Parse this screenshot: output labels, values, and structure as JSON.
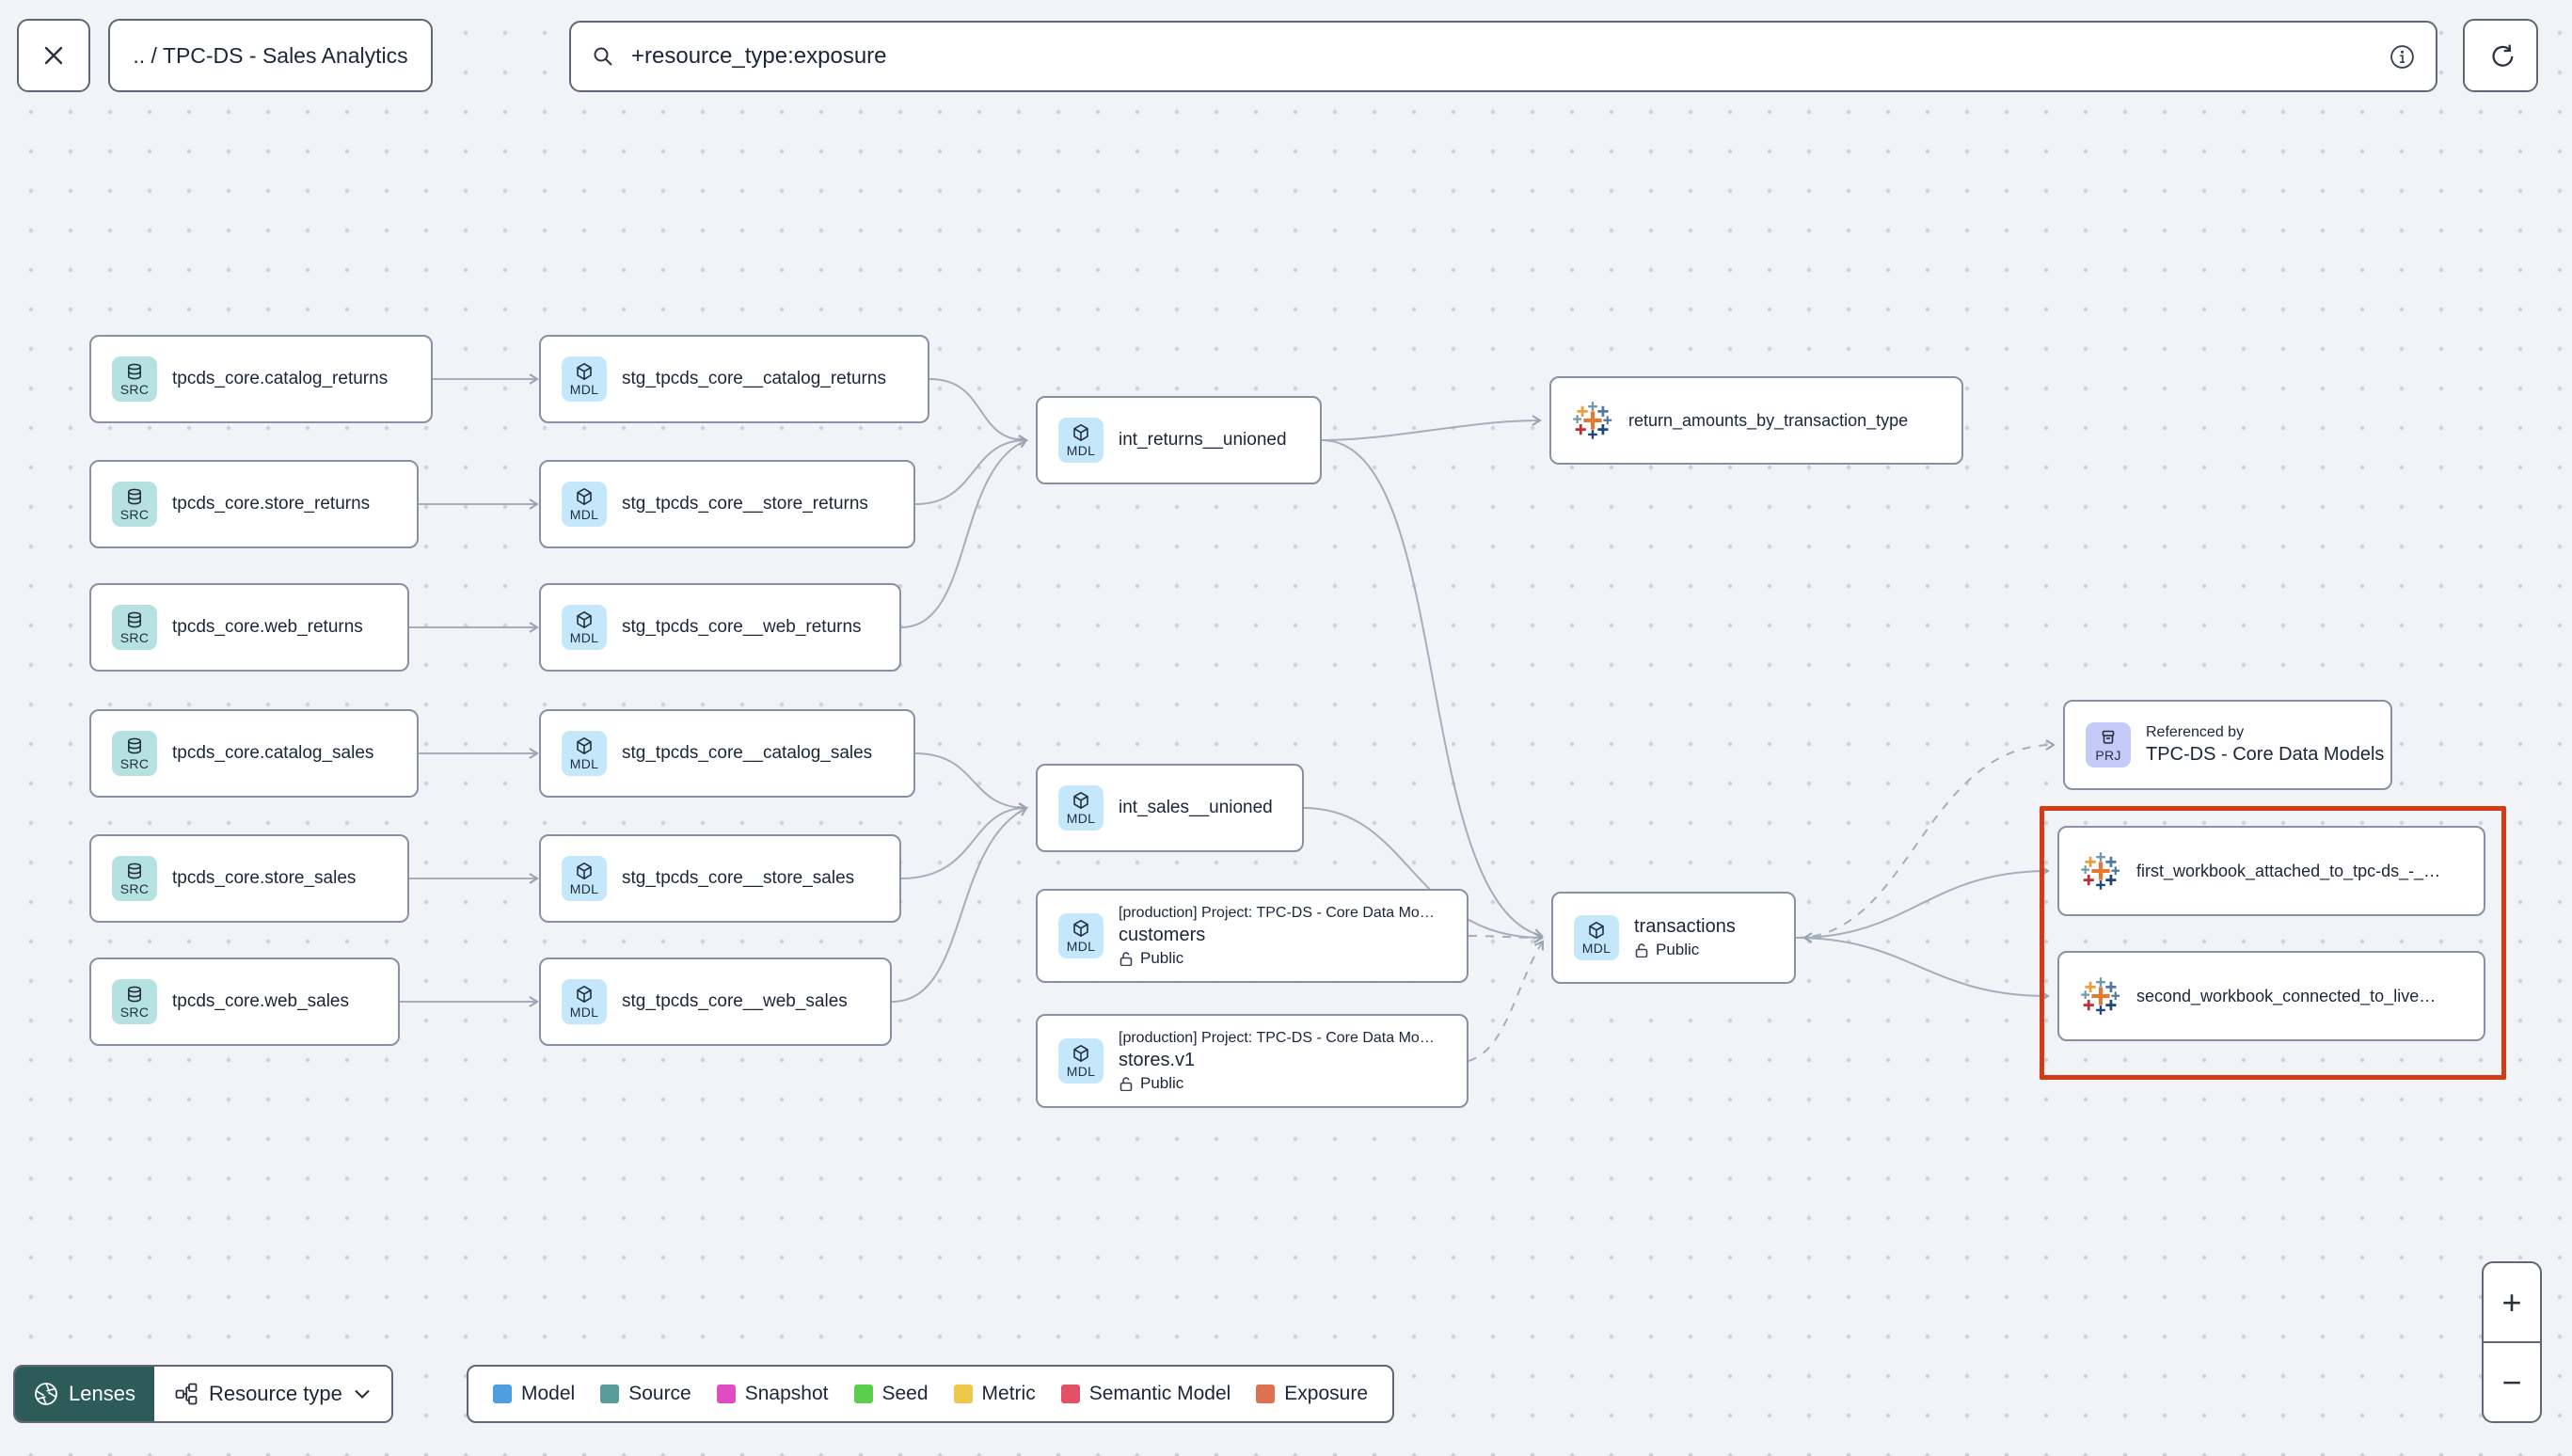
{
  "toolbar": {
    "breadcrumb": ".. / TPC-DS - Sales Analytics",
    "search_value": "+resource_type:exposure"
  },
  "nodes": [
    {
      "badge": "SRC",
      "label": "tpcds_core.catalog_returns"
    },
    {
      "badge": "SRC",
      "label": "tpcds_core.store_returns"
    },
    {
      "badge": "SRC",
      "label": "tpcds_core.web_returns"
    },
    {
      "badge": "SRC",
      "label": "tpcds_core.catalog_sales"
    },
    {
      "badge": "SRC",
      "label": "tpcds_core.store_sales"
    },
    {
      "badge": "SRC",
      "label": "tpcds_core.web_sales"
    },
    {
      "badge": "MDL",
      "label": "stg_tpcds_core__catalog_returns"
    },
    {
      "badge": "MDL",
      "label": "stg_tpcds_core__store_returns"
    },
    {
      "badge": "MDL",
      "label": "stg_tpcds_core__web_returns"
    },
    {
      "badge": "MDL",
      "label": "stg_tpcds_core__catalog_sales"
    },
    {
      "badge": "MDL",
      "label": "stg_tpcds_core__store_sales"
    },
    {
      "badge": "MDL",
      "label": "stg_tpcds_core__web_sales"
    },
    {
      "badge": "MDL",
      "label": "int_returns__unioned"
    },
    {
      "badge": "MDL",
      "label": "int_sales__unioned"
    },
    {
      "badge": "MDL",
      "project": "[production] Project: TPC-DS - Core Data Mo…",
      "label": "customers",
      "access": "Public"
    },
    {
      "badge": "MDL",
      "project": "[production] Project: TPC-DS - Core Data Mo…",
      "label": "stores.v1",
      "access": "Public"
    },
    {
      "badge": "MDL",
      "label": "transactions",
      "access": "Public"
    },
    {
      "label": "return_amounts_by_transaction_type"
    },
    {
      "badge": "PRJ",
      "kicker": "Referenced by",
      "label": "TPC-DS - Core Data Models"
    },
    {
      "label": "first_workbook_attached_to_tpc-ds_-_…"
    },
    {
      "label": "second_workbook_connected_to_live…"
    }
  ],
  "legend": {
    "items": [
      {
        "label": "Model",
        "color": "#4f9fe0"
      },
      {
        "label": "Source",
        "color": "#579b9b"
      },
      {
        "label": "Snapshot",
        "color": "#e04dc2"
      },
      {
        "label": "Seed",
        "color": "#5bcf4c"
      },
      {
        "label": "Metric",
        "color": "#ecc94d"
      },
      {
        "label": "Semantic Model",
        "color": "#e25065"
      },
      {
        "label": "Exposure",
        "color": "#dd7150"
      }
    ]
  },
  "controls": {
    "lenses_label": "Lenses",
    "resource_type_label": "Resource type",
    "zoom_in": "+",
    "zoom_out": "−"
  },
  "colors": {
    "annotation_box": "#d23d18",
    "lenses_bg": "#2c5b58"
  }
}
